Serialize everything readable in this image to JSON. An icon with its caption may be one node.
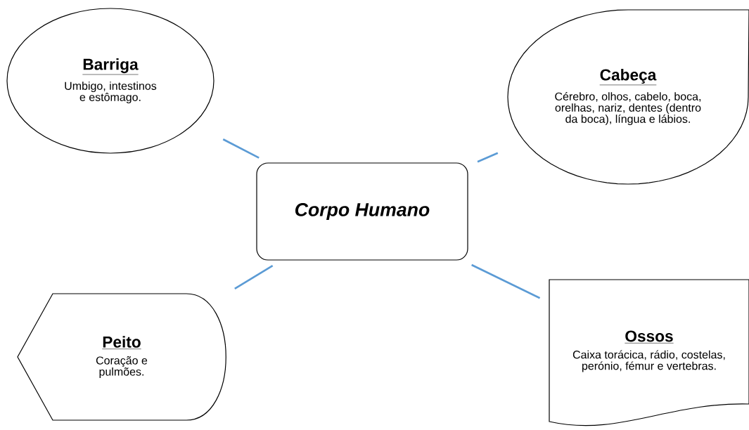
{
  "diagram": {
    "nodes": [
      {
        "text": [
          "Corpo Humano"
        ]
      },
      {
        "text": [
          "Barriga",
          "Umbigo, intestinos e estômago."
        ]
      },
      {
        "text": [
          "Cabeça",
          "Cérebro, olhos, cabelo, boca, orelhas, nariz, dentes (dentro da boca), língua e lábios."
        ]
      },
      {
        "text": [
          "Peito",
          "Coração e pulmões."
        ]
      },
      {
        "text": [
          "Ossos",
          "Caixa torácica, rádio, costelas, perónio, fémur e vertebras."
        ]
      }
    ],
    "edges": [
      {
        "from": 0,
        "to": 1,
        "arrow": "none"
      },
      {
        "from": 0,
        "to": 2,
        "arrow": "none"
      },
      {
        "from": 0,
        "to": 3,
        "arrow": "none"
      },
      {
        "from": 0,
        "to": 4,
        "arrow": "none"
      }
    ]
  }
}
